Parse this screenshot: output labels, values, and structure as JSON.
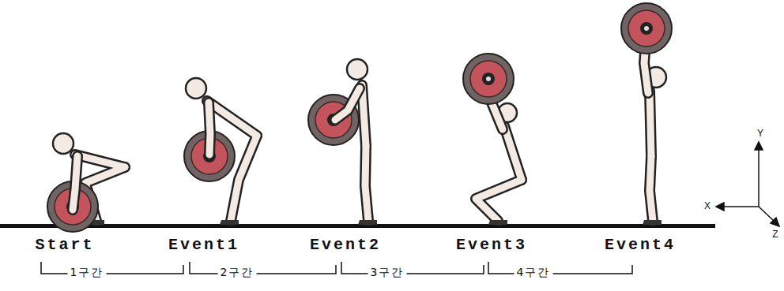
{
  "diagram": {
    "labels": [
      "Start",
      "Event1",
      "Event2",
      "Event3",
      "Event4",
      "1구간",
      "2구간",
      "3구간",
      "4구간",
      "Y",
      "X",
      "Z"
    ]
  }
}
